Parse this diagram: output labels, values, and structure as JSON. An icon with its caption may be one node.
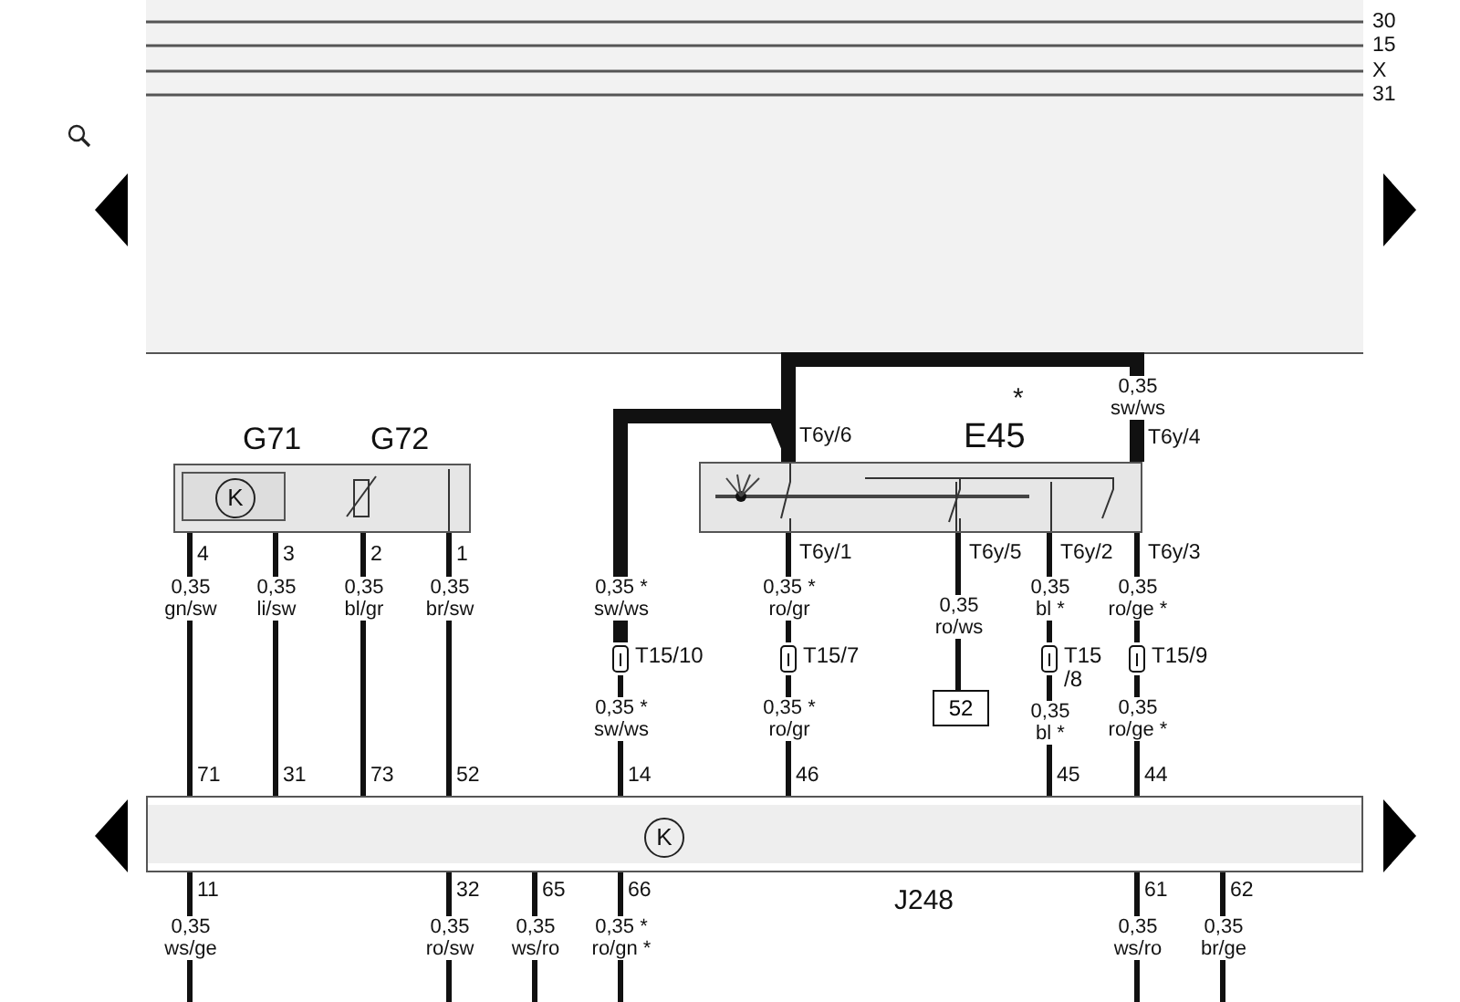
{
  "diagram": {
    "nodes": [
      {
        "text": [
          "G71",
          "G72"
        ]
      },
      {
        "text": [
          "E45"
        ],
        "beside": [
          "*"
        ]
      },
      {
        "text": [
          "T15/10"
        ]
      },
      {
        "text": [
          "T15/7"
        ]
      },
      {
        "text": [
          "52"
        ]
      },
      {
        "text": [
          "T15 /8"
        ]
      },
      {
        "text": [
          "T15/9"
        ]
      },
      {
        "text": [
          "J248"
        ]
      }
    ],
    "edges": [
      {
        "from": 0,
        "to": 7,
        "arrow": "none",
        "label": "0,35 gn/sw"
      },
      {
        "from": 0,
        "to": 7,
        "arrow": "none",
        "label": "0,35 li/sw"
      },
      {
        "from": 0,
        "to": 7,
        "arrow": "none",
        "label": "0,35 bl/gr"
      },
      {
        "from": 0,
        "to": 7,
        "arrow": "none",
        "label": "0,35 br/sw"
      },
      {
        "from": 1,
        "to": 2,
        "arrow": "none",
        "label": "0,35 * sw/ws",
        "style": "thick"
      },
      {
        "from": 2,
        "to": 7,
        "arrow": "none",
        "label": "0,35 * sw/ws"
      },
      {
        "from": 1,
        "to": 3,
        "arrow": "none",
        "label": "0,35 * ro/gr"
      },
      {
        "from": 3,
        "to": 7,
        "arrow": "none",
        "label": "0,35 * ro/gr"
      },
      {
        "from": 1,
        "to": 4,
        "arrow": "none",
        "label": "0,35 ro/ws"
      },
      {
        "from": 1,
        "to": 5,
        "arrow": "none",
        "label": "0,35 bl *"
      },
      {
        "from": 5,
        "to": 7,
        "arrow": "none",
        "label": "0,35 bl *"
      },
      {
        "from": 1,
        "to": 6,
        "arrow": "none",
        "label": "0,35 ro/ge *"
      },
      {
        "from": 6,
        "to": 7,
        "arrow": "none",
        "label": "0,35 ro/ge *"
      },
      {
        "from": 1,
        "to": 1,
        "arrow": "none",
        "label": "0,35 sw/ws",
        "style": "thick"
      },
      {
        "from": 7,
        "to": null,
        "arrow": "none",
        "label": "0,35 ws/ge"
      },
      {
        "from": 7,
        "to": null,
        "arrow": "none",
        "label": "0,35 ro/sw"
      },
      {
        "from": 7,
        "to": null,
        "arrow": "none",
        "label": "0,35 ws/ro"
      },
      {
        "from": 7,
        "to": null,
        "arrow": "none",
        "label": "0,35 * ro/gn *"
      },
      {
        "from": 7,
        "to": null,
        "arrow": "none",
        "label": "0,35 ws/ro"
      },
      {
        "from": 7,
        "to": null,
        "arrow": "none",
        "label": "0,35 br/ge"
      }
    ],
    "labels": [
      "30",
      "15",
      "X",
      "31",
      "K",
      "4",
      "3",
      "2",
      "1",
      "T6y/6",
      "T6y/4",
      "T6y/1",
      "T6y/5",
      "T6y/2",
      "T6y/3",
      "71",
      "31",
      "73",
      "52",
      "14",
      "46",
      "45",
      "44",
      "K",
      "11",
      "32",
      "65",
      "66",
      "61",
      "62"
    ]
  }
}
